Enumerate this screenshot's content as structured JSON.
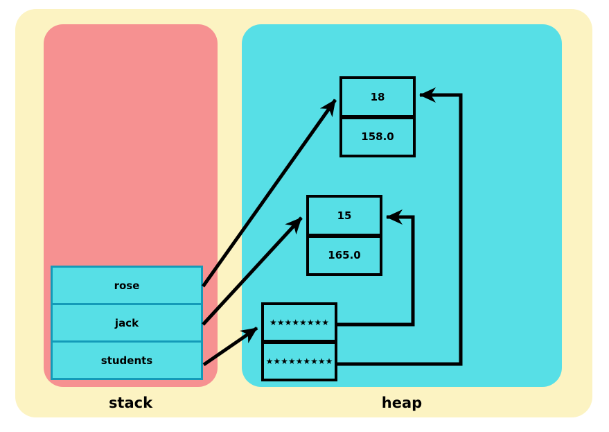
{
  "diagram_title": "stack and heap memory diagram",
  "colors": {
    "page": "#ffffff",
    "outer": "#FCF3C2",
    "stack-panel": "#F69191",
    "heap-panel": "#57DFE6",
    "cell-border": "#149AB8",
    "ink": "#000000"
  },
  "stack": {
    "label": "stack",
    "items": [
      {
        "label": "rose"
      },
      {
        "label": "jack"
      },
      {
        "label": "students"
      }
    ]
  },
  "heap": {
    "label": "heap",
    "objects": [
      {
        "name": "object-top",
        "fields": [
          "18",
          "158.0"
        ]
      },
      {
        "name": "object-middle",
        "fields": [
          "15",
          "165.0"
        ]
      },
      {
        "name": "array-object",
        "fields": [
          "★★★★★★★★",
          "★★★★★★★★★"
        ]
      }
    ]
  },
  "references": [
    {
      "from": "rose",
      "to": "object-top"
    },
    {
      "from": "jack",
      "to": "object-middle"
    },
    {
      "from": "students",
      "to": "array-object"
    },
    {
      "from": "array-object.field-0",
      "to": "object-middle"
    },
    {
      "from": "array-object.field-1",
      "to": "object-top"
    }
  ]
}
